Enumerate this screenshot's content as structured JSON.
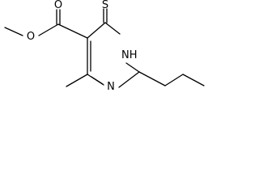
{
  "atoms": {
    "sulfur": "S",
    "carbonyl_oxygen": "O",
    "ester_oxygen": "O",
    "ring_nitrogen_h": "NH",
    "ring_nitrogen": "N"
  },
  "colors": {
    "bond": "#000000",
    "label": "#000000",
    "background": "#ffffff"
  }
}
